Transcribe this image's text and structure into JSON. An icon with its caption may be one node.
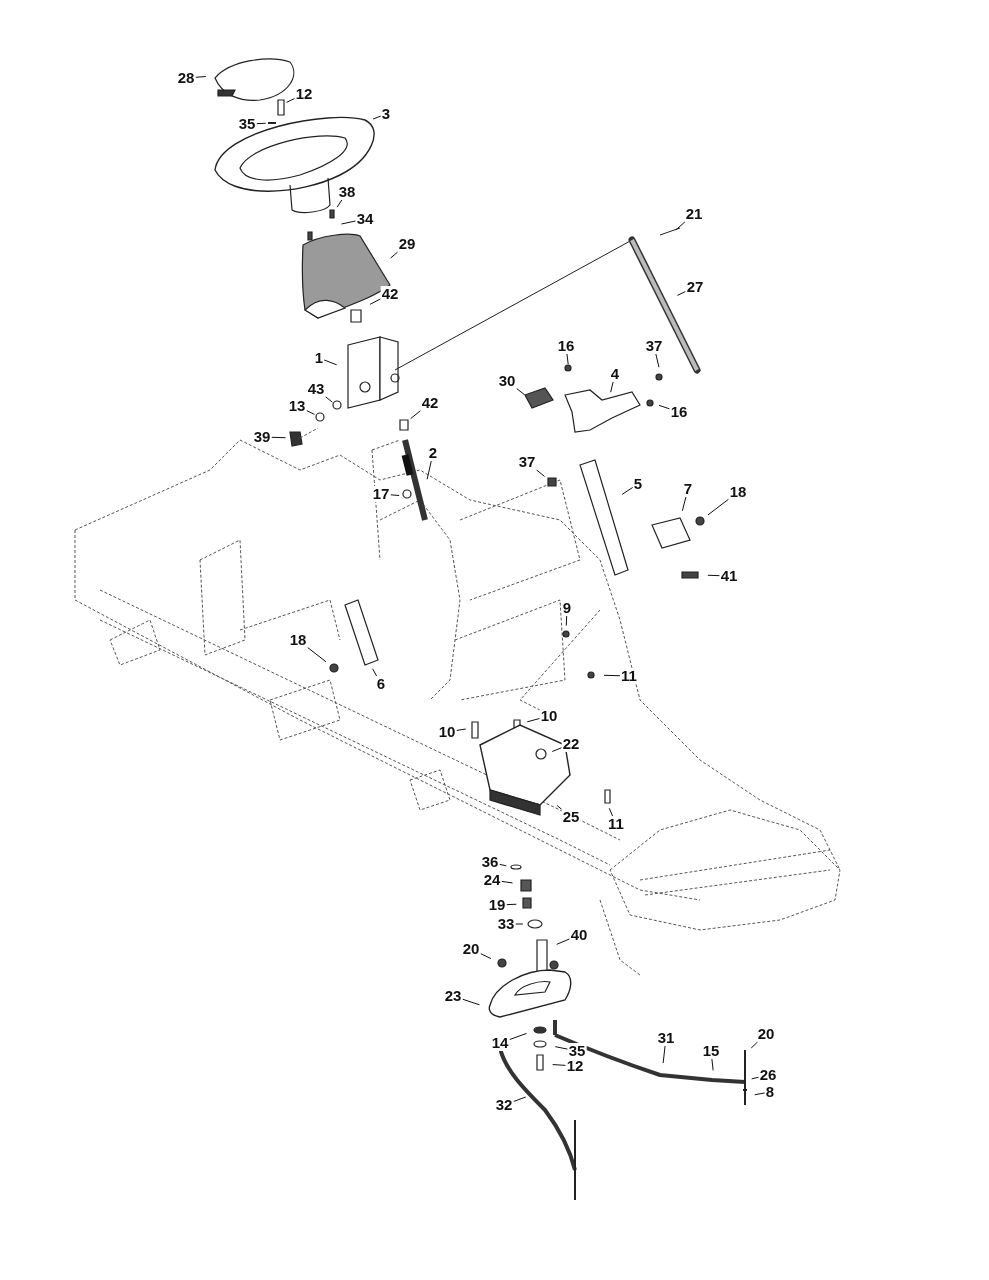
{
  "diagram": {
    "nodes": [
      {
        "text": [
          "28"
        ]
      },
      {
        "text": [
          "12"
        ]
      },
      {
        "text": [
          "3"
        ]
      },
      {
        "text": [
          "35"
        ]
      },
      {
        "text": [
          "38"
        ]
      },
      {
        "text": [
          "21"
        ]
      },
      {
        "text": [
          "34"
        ]
      },
      {
        "text": [
          "29"
        ]
      },
      {
        "text": [
          "27"
        ]
      },
      {
        "text": [
          "42"
        ]
      },
      {
        "text": [
          "16"
        ]
      },
      {
        "text": [
          "37"
        ]
      },
      {
        "text": [
          "1"
        ]
      },
      {
        "text": [
          "4"
        ]
      },
      {
        "text": [
          "30"
        ]
      },
      {
        "text": [
          "43"
        ]
      },
      {
        "text": [
          "42"
        ]
      },
      {
        "text": [
          "13"
        ]
      },
      {
        "text": [
          "16"
        ]
      },
      {
        "text": [
          "39"
        ]
      },
      {
        "text": [
          "2"
        ]
      },
      {
        "text": [
          "37"
        ]
      },
      {
        "text": [
          "5"
        ]
      },
      {
        "text": [
          "7"
        ]
      },
      {
        "text": [
          "17"
        ]
      },
      {
        "text": [
          "18"
        ]
      },
      {
        "text": [
          "41"
        ]
      },
      {
        "text": [
          "9"
        ]
      },
      {
        "text": [
          "18"
        ]
      },
      {
        "text": [
          "11"
        ]
      },
      {
        "text": [
          "6"
        ]
      },
      {
        "text": [
          "10"
        ]
      },
      {
        "text": [
          "10"
        ]
      },
      {
        "text": [
          "22"
        ]
      },
      {
        "text": [
          "25"
        ]
      },
      {
        "text": [
          "11"
        ]
      },
      {
        "text": [
          "36"
        ]
      },
      {
        "text": [
          "24"
        ]
      },
      {
        "text": [
          "19"
        ]
      },
      {
        "text": [
          "33"
        ]
      },
      {
        "text": [
          "40"
        ]
      },
      {
        "text": [
          "20"
        ]
      },
      {
        "text": [
          "23"
        ]
      },
      {
        "text": [
          "20"
        ]
      },
      {
        "text": [
          "14"
        ]
      },
      {
        "text": [
          "31"
        ]
      },
      {
        "text": [
          "35"
        ]
      },
      {
        "text": [
          "15"
        ]
      },
      {
        "text": [
          "12"
        ]
      },
      {
        "text": [
          "26"
        ]
      },
      {
        "text": [
          "8"
        ]
      },
      {
        "text": [
          "32"
        ]
      }
    ],
    "edges": [
      {
        "from": 0,
        "to": null,
        "arrow": "none"
      },
      {
        "from": 1,
        "to": null,
        "arrow": "none"
      },
      {
        "from": 2,
        "to": null,
        "arrow": "none"
      },
      {
        "from": 3,
        "to": null,
        "arrow": "none"
      },
      {
        "from": 4,
        "to": null,
        "arrow": "none"
      },
      {
        "from": 5,
        "to": null,
        "arrow": "none"
      },
      {
        "from": 6,
        "to": null,
        "arrow": "none"
      },
      {
        "from": 7,
        "to": null,
        "arrow": "none"
      },
      {
        "from": 8,
        "to": null,
        "arrow": "none"
      },
      {
        "from": 9,
        "to": null,
        "arrow": "none"
      },
      {
        "from": 10,
        "to": null,
        "arrow": "none"
      },
      {
        "from": 11,
        "to": null,
        "arrow": "none"
      },
      {
        "from": 12,
        "to": null,
        "arrow": "none"
      },
      {
        "from": 13,
        "to": null,
        "arrow": "none"
      },
      {
        "from": 14,
        "to": null,
        "arrow": "none"
      },
      {
        "from": 15,
        "to": null,
        "arrow": "none"
      },
      {
        "from": 16,
        "to": null,
        "arrow": "none"
      },
      {
        "from": 17,
        "to": null,
        "arrow": "none"
      },
      {
        "from": 18,
        "to": null,
        "arrow": "none"
      },
      {
        "from": 19,
        "to": null,
        "arrow": "none"
      },
      {
        "from": 20,
        "to": null,
        "arrow": "none"
      },
      {
        "from": 21,
        "to": null,
        "arrow": "none"
      },
      {
        "from": 22,
        "to": null,
        "arrow": "none"
      },
      {
        "from": 23,
        "to": null,
        "arrow": "none"
      },
      {
        "from": 24,
        "to": null,
        "arrow": "none"
      },
      {
        "from": 25,
        "to": null,
        "arrow": "none"
      },
      {
        "from": 26,
        "to": null,
        "arrow": "none"
      },
      {
        "from": 27,
        "to": null,
        "arrow": "none"
      },
      {
        "from": 28,
        "to": null,
        "arrow": "none"
      },
      {
        "from": 29,
        "to": null,
        "arrow": "none"
      },
      {
        "from": 30,
        "to": null,
        "arrow": "none"
      },
      {
        "from": 31,
        "to": null,
        "arrow": "none"
      },
      {
        "from": 32,
        "to": null,
        "arrow": "none"
      },
      {
        "from": 33,
        "to": null,
        "arrow": "none"
      },
      {
        "from": 34,
        "to": null,
        "arrow": "none"
      },
      {
        "from": 35,
        "to": null,
        "arrow": "none"
      },
      {
        "from": 36,
        "to": null,
        "arrow": "none"
      },
      {
        "from": 37,
        "to": null,
        "arrow": "none"
      },
      {
        "from": 38,
        "to": null,
        "arrow": "none"
      },
      {
        "from": 39,
        "to": null,
        "arrow": "none"
      },
      {
        "from": 40,
        "to": null,
        "arrow": "none"
      },
      {
        "from": 41,
        "to": null,
        "arrow": "none"
      },
      {
        "from": 42,
        "to": null,
        "arrow": "none"
      },
      {
        "from": 43,
        "to": null,
        "arrow": "none"
      },
      {
        "from": 44,
        "to": null,
        "arrow": "none"
      },
      {
        "from": 45,
        "to": null,
        "arrow": "none"
      },
      {
        "from": 46,
        "to": null,
        "arrow": "none"
      },
      {
        "from": 47,
        "to": null,
        "arrow": "none"
      },
      {
        "from": 48,
        "to": null,
        "arrow": "none"
      },
      {
        "from": 49,
        "to": null,
        "arrow": "none"
      },
      {
        "from": 50,
        "to": null,
        "arrow": "none"
      },
      {
        "from": 51,
        "to": null,
        "arrow": "none"
      }
    ]
  }
}
